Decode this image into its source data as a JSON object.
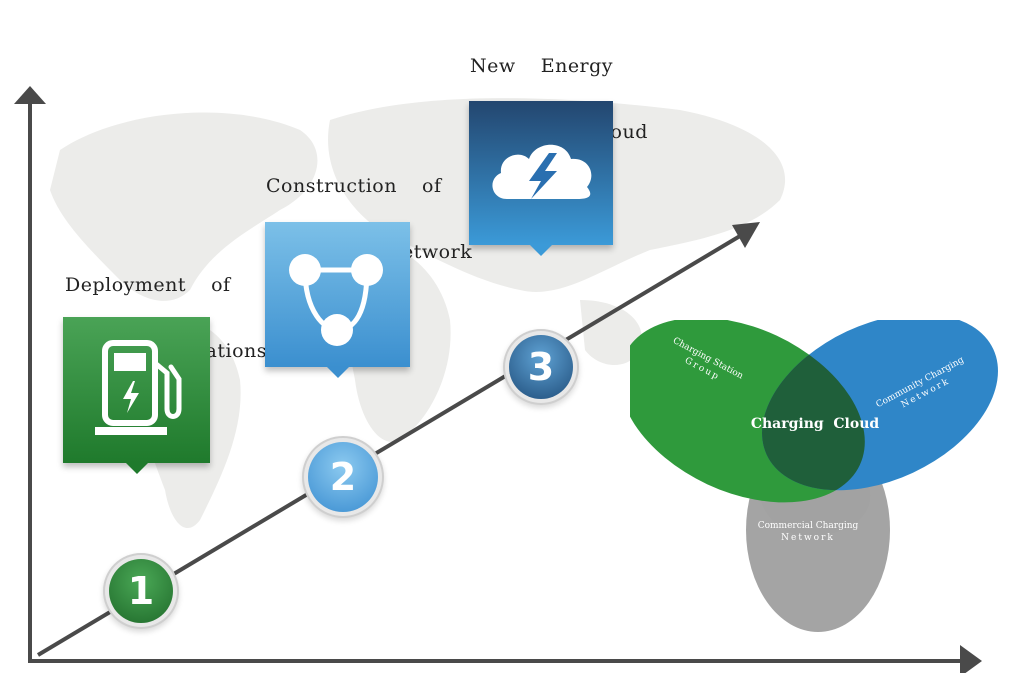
{
  "stages": [
    {
      "number": "1",
      "label_line1": "Deployment  of",
      "label_line2": "Charging  Stations",
      "color": "#2e8b3a",
      "icon": "fuel-pump-icon"
    },
    {
      "number": "2",
      "label_line1": "Construction  of",
      "label_line2": "Charging  Network",
      "color": "#4aa0d6",
      "icon": "network-nodes-icon"
    },
    {
      "number": "3",
      "label_line1": "New  Energy",
      "label_line2": "Charging  Cloud",
      "color": "#2f5c8a",
      "icon": "cloud-lightning-icon"
    }
  ],
  "venn": {
    "center_label": "Charging  Cloud",
    "green_label_line1": "Charging Station",
    "green_label_line2": "Group",
    "blue_label_line1": "Community Charging",
    "blue_label_line2": "Network",
    "gray_label_line1": "Commercial Charging",
    "gray_label_line2": "Network",
    "colors": {
      "green": "#2f9a3c",
      "blue": "#2f86c8",
      "gray": "#9a9a9a",
      "overlap": "#1f5f3a"
    }
  }
}
